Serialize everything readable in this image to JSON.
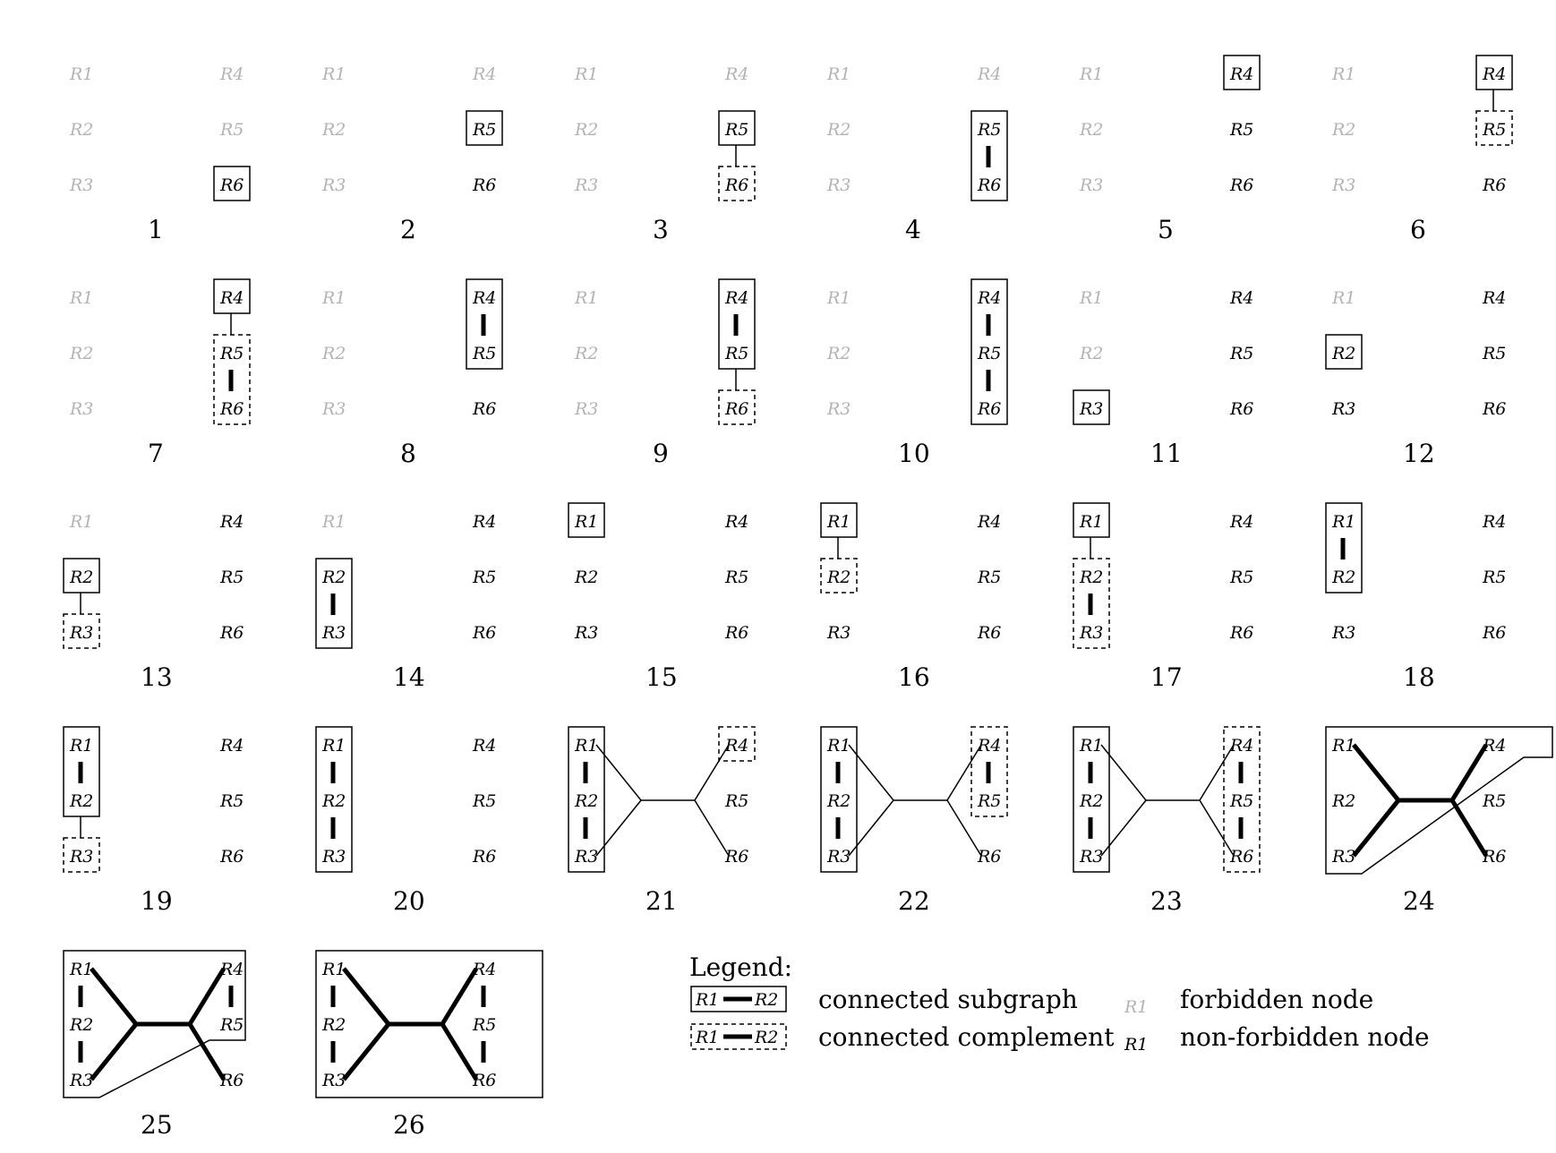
{
  "colors": {
    "forbidden": "#b3b3b3",
    "normal": "#000000"
  },
  "node_labels": [
    "R1",
    "R2",
    "R3",
    "R4",
    "R5",
    "R6"
  ],
  "panels": [
    {
      "number": "1",
      "forbidden": [
        "R1",
        "R2",
        "R3",
        "R4",
        "R5"
      ],
      "boxes": [
        {
          "nodes": [
            "R6"
          ],
          "style": "solid"
        }
      ],
      "thin": [],
      "thick": []
    },
    {
      "number": "2",
      "forbidden": [
        "R1",
        "R2",
        "R3",
        "R4"
      ],
      "boxes": [
        {
          "nodes": [
            "R5"
          ],
          "style": "solid"
        }
      ],
      "thin": [],
      "thick": []
    },
    {
      "number": "3",
      "forbidden": [
        "R1",
        "R2",
        "R3",
        "R4"
      ],
      "boxes": [
        {
          "nodes": [
            "R5"
          ],
          "style": "solid"
        },
        {
          "nodes": [
            "R6"
          ],
          "style": "dashed"
        }
      ],
      "thin": [
        [
          "R5",
          "R6"
        ]
      ],
      "thick": []
    },
    {
      "number": "4",
      "forbidden": [
        "R1",
        "R2",
        "R3",
        "R4"
      ],
      "boxes": [
        {
          "nodes": [
            "R5",
            "R6"
          ],
          "style": "solid"
        }
      ],
      "thin": [],
      "thick": [
        [
          "R5",
          "R6"
        ]
      ]
    },
    {
      "number": "5",
      "forbidden": [
        "R1",
        "R2",
        "R3"
      ],
      "boxes": [
        {
          "nodes": [
            "R4"
          ],
          "style": "solid"
        }
      ],
      "thin": [],
      "thick": []
    },
    {
      "number": "6",
      "forbidden": [
        "R1",
        "R2",
        "R3"
      ],
      "boxes": [
        {
          "nodes": [
            "R4"
          ],
          "style": "solid"
        },
        {
          "nodes": [
            "R5"
          ],
          "style": "dashed"
        }
      ],
      "thin": [
        [
          "R4",
          "R5"
        ]
      ],
      "thick": []
    },
    {
      "number": "7",
      "forbidden": [
        "R1",
        "R2",
        "R3"
      ],
      "boxes": [
        {
          "nodes": [
            "R4"
          ],
          "style": "solid"
        },
        {
          "nodes": [
            "R5",
            "R6"
          ],
          "style": "dashed"
        }
      ],
      "thin": [
        [
          "R4",
          "R5"
        ]
      ],
      "thick": [
        [
          "R5",
          "R6"
        ]
      ]
    },
    {
      "number": "8",
      "forbidden": [
        "R1",
        "R2",
        "R3"
      ],
      "boxes": [
        {
          "nodes": [
            "R4",
            "R5"
          ],
          "style": "solid"
        }
      ],
      "thin": [],
      "thick": [
        [
          "R4",
          "R5"
        ]
      ]
    },
    {
      "number": "9",
      "forbidden": [
        "R1",
        "R2",
        "R3"
      ],
      "boxes": [
        {
          "nodes": [
            "R4",
            "R5"
          ],
          "style": "solid"
        },
        {
          "nodes": [
            "R6"
          ],
          "style": "dashed"
        }
      ],
      "thin": [
        [
          "R5",
          "R6"
        ]
      ],
      "thick": [
        [
          "R4",
          "R5"
        ]
      ]
    },
    {
      "number": "10",
      "forbidden": [
        "R1",
        "R2",
        "R3"
      ],
      "boxes": [
        {
          "nodes": [
            "R4",
            "R5",
            "R6"
          ],
          "style": "solid"
        }
      ],
      "thin": [],
      "thick": [
        [
          "R4",
          "R5"
        ],
        [
          "R5",
          "R6"
        ]
      ]
    },
    {
      "number": "11",
      "forbidden": [
        "R1",
        "R2"
      ],
      "boxes": [
        {
          "nodes": [
            "R3"
          ],
          "style": "solid"
        }
      ],
      "thin": [],
      "thick": []
    },
    {
      "number": "12",
      "forbidden": [
        "R1"
      ],
      "boxes": [
        {
          "nodes": [
            "R2"
          ],
          "style": "solid"
        }
      ],
      "thin": [],
      "thick": []
    },
    {
      "number": "13",
      "forbidden": [
        "R1"
      ],
      "boxes": [
        {
          "nodes": [
            "R2"
          ],
          "style": "solid"
        },
        {
          "nodes": [
            "R3"
          ],
          "style": "dashed"
        }
      ],
      "thin": [
        [
          "R2",
          "R3"
        ]
      ],
      "thick": []
    },
    {
      "number": "14",
      "forbidden": [
        "R1"
      ],
      "boxes": [
        {
          "nodes": [
            "R2",
            "R3"
          ],
          "style": "solid"
        }
      ],
      "thin": [],
      "thick": [
        [
          "R2",
          "R3"
        ]
      ]
    },
    {
      "number": "15",
      "forbidden": [],
      "boxes": [
        {
          "nodes": [
            "R1"
          ],
          "style": "solid"
        }
      ],
      "thin": [],
      "thick": []
    },
    {
      "number": "16",
      "forbidden": [],
      "boxes": [
        {
          "nodes": [
            "R1"
          ],
          "style": "solid"
        },
        {
          "nodes": [
            "R2"
          ],
          "style": "dashed"
        }
      ],
      "thin": [
        [
          "R1",
          "R2"
        ]
      ],
      "thick": []
    },
    {
      "number": "17",
      "forbidden": [],
      "boxes": [
        {
          "nodes": [
            "R1"
          ],
          "style": "solid"
        },
        {
          "nodes": [
            "R2",
            "R3"
          ],
          "style": "dashed"
        }
      ],
      "thin": [
        [
          "R1",
          "R2"
        ]
      ],
      "thick": [
        [
          "R2",
          "R3"
        ]
      ]
    },
    {
      "number": "18",
      "forbidden": [],
      "boxes": [
        {
          "nodes": [
            "R1",
            "R2"
          ],
          "style": "solid"
        }
      ],
      "thin": [],
      "thick": [
        [
          "R1",
          "R2"
        ]
      ]
    },
    {
      "number": "19",
      "forbidden": [],
      "boxes": [
        {
          "nodes": [
            "R1",
            "R2"
          ],
          "style": "solid"
        },
        {
          "nodes": [
            "R3"
          ],
          "style": "dashed"
        }
      ],
      "thin": [
        [
          "R2",
          "R3"
        ]
      ],
      "thick": [
        [
          "R1",
          "R2"
        ]
      ]
    },
    {
      "number": "20",
      "forbidden": [],
      "boxes": [
        {
          "nodes": [
            "R1",
            "R2",
            "R3"
          ],
          "style": "solid"
        }
      ],
      "thin": [],
      "thick": [
        [
          "R1",
          "R2"
        ],
        [
          "R2",
          "R3"
        ]
      ]
    },
    {
      "number": "21",
      "forbidden": [],
      "boxes": [
        {
          "nodes": [
            "R1",
            "R2",
            "R3"
          ],
          "style": "solid"
        },
        {
          "nodes": [
            "R4"
          ],
          "style": "dashed"
        }
      ],
      "thin": [],
      "thick": [
        [
          "R1",
          "R2"
        ],
        [
          "R2",
          "R3"
        ]
      ],
      "tree": {
        "weight": "thin",
        "right_thick": false
      }
    },
    {
      "number": "22",
      "forbidden": [],
      "boxes": [
        {
          "nodes": [
            "R1",
            "R2",
            "R3"
          ],
          "style": "solid"
        },
        {
          "nodes": [
            "R4",
            "R5"
          ],
          "style": "dashed"
        }
      ],
      "thin": [],
      "thick": [
        [
          "R1",
          "R2"
        ],
        [
          "R2",
          "R3"
        ],
        [
          "R4",
          "R5"
        ]
      ],
      "tree": {
        "weight": "thin",
        "right_thick": false
      }
    },
    {
      "number": "23",
      "forbidden": [],
      "boxes": [
        {
          "nodes": [
            "R1",
            "R2",
            "R3"
          ],
          "style": "solid"
        },
        {
          "nodes": [
            "R4",
            "R5",
            "R6"
          ],
          "style": "dashed"
        }
      ],
      "thin": [],
      "thick": [
        [
          "R1",
          "R2"
        ],
        [
          "R2",
          "R3"
        ],
        [
          "R4",
          "R5"
        ],
        [
          "R5",
          "R6"
        ]
      ],
      "tree": {
        "weight": "thin",
        "right_thick": false
      }
    },
    {
      "number": "24",
      "forbidden": [],
      "boxes": [
        {
          "shape": "poly24",
          "style": "solid"
        }
      ],
      "thin": [],
      "thick": [],
      "tree": {
        "weight": "thick",
        "right_thick": true
      }
    },
    {
      "number": "25",
      "forbidden": [],
      "boxes": [
        {
          "shape": "poly25",
          "style": "solid"
        }
      ],
      "thin": [],
      "thick": [
        [
          "R1",
          "R2"
        ],
        [
          "R2",
          "R3"
        ],
        [
          "R4",
          "R5"
        ]
      ],
      "tree": {
        "weight": "thick",
        "right_thick": true
      }
    },
    {
      "number": "26",
      "forbidden": [],
      "boxes": [
        {
          "shape": "full",
          "style": "solid"
        }
      ],
      "thin": [],
      "thick": [
        [
          "R1",
          "R2"
        ],
        [
          "R2",
          "R3"
        ],
        [
          "R4",
          "R5"
        ],
        [
          "R5",
          "R6"
        ]
      ],
      "tree": {
        "weight": "thick",
        "right_thick": true
      }
    }
  ],
  "legend": {
    "title": "Legend:",
    "connected_subgraph": "connected subgraph",
    "connected_complement": "connected complement",
    "forbidden_node": "forbidden node",
    "non_forbidden_node": "non-forbidden node",
    "sample_left": "R1",
    "sample_right": "R2",
    "sample_node": "R1"
  }
}
